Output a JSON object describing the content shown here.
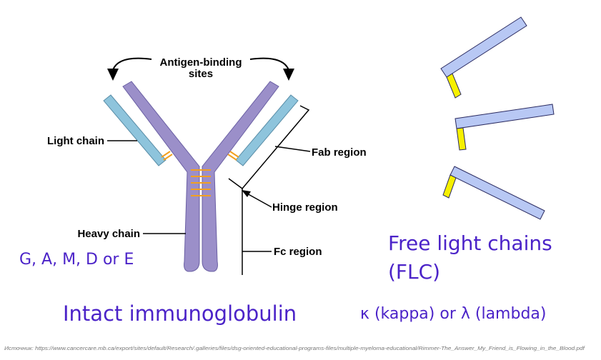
{
  "labels": {
    "antigen_line1": "Antigen-binding",
    "antigen_line2": "sites",
    "light_chain": "Light chain",
    "fab_region": "Fab region",
    "hinge_region": "Hinge region",
    "heavy_chain": "Heavy chain",
    "fc_region": "Fc region"
  },
  "classes_text": "G, A, M, D or E",
  "intact_title": "Intact immunoglobulin",
  "flc_line1": "Free light chains",
  "flc_line2": "(FLC)",
  "kappa_lambda": "κ (kappa) or λ (lambda)",
  "source": "Источник: https://www.cancercare.mb.ca/export/sites/default/Research/.galleries/files/dsg-oriented-educational-programs-files/multiple-myeloma-educational/Rimmer-The_Answer_My_Friend_is_Flowing_in_the_Blood.pdf",
  "colors": {
    "heavy_chain": "#9b8fc9",
    "light_chain": "#8ec4dc",
    "disulfide": "#f2a020",
    "free_light_chain": "#b8c8f4",
    "free_light_stub": "#f6f000",
    "label_purple": "#4b23c8"
  }
}
